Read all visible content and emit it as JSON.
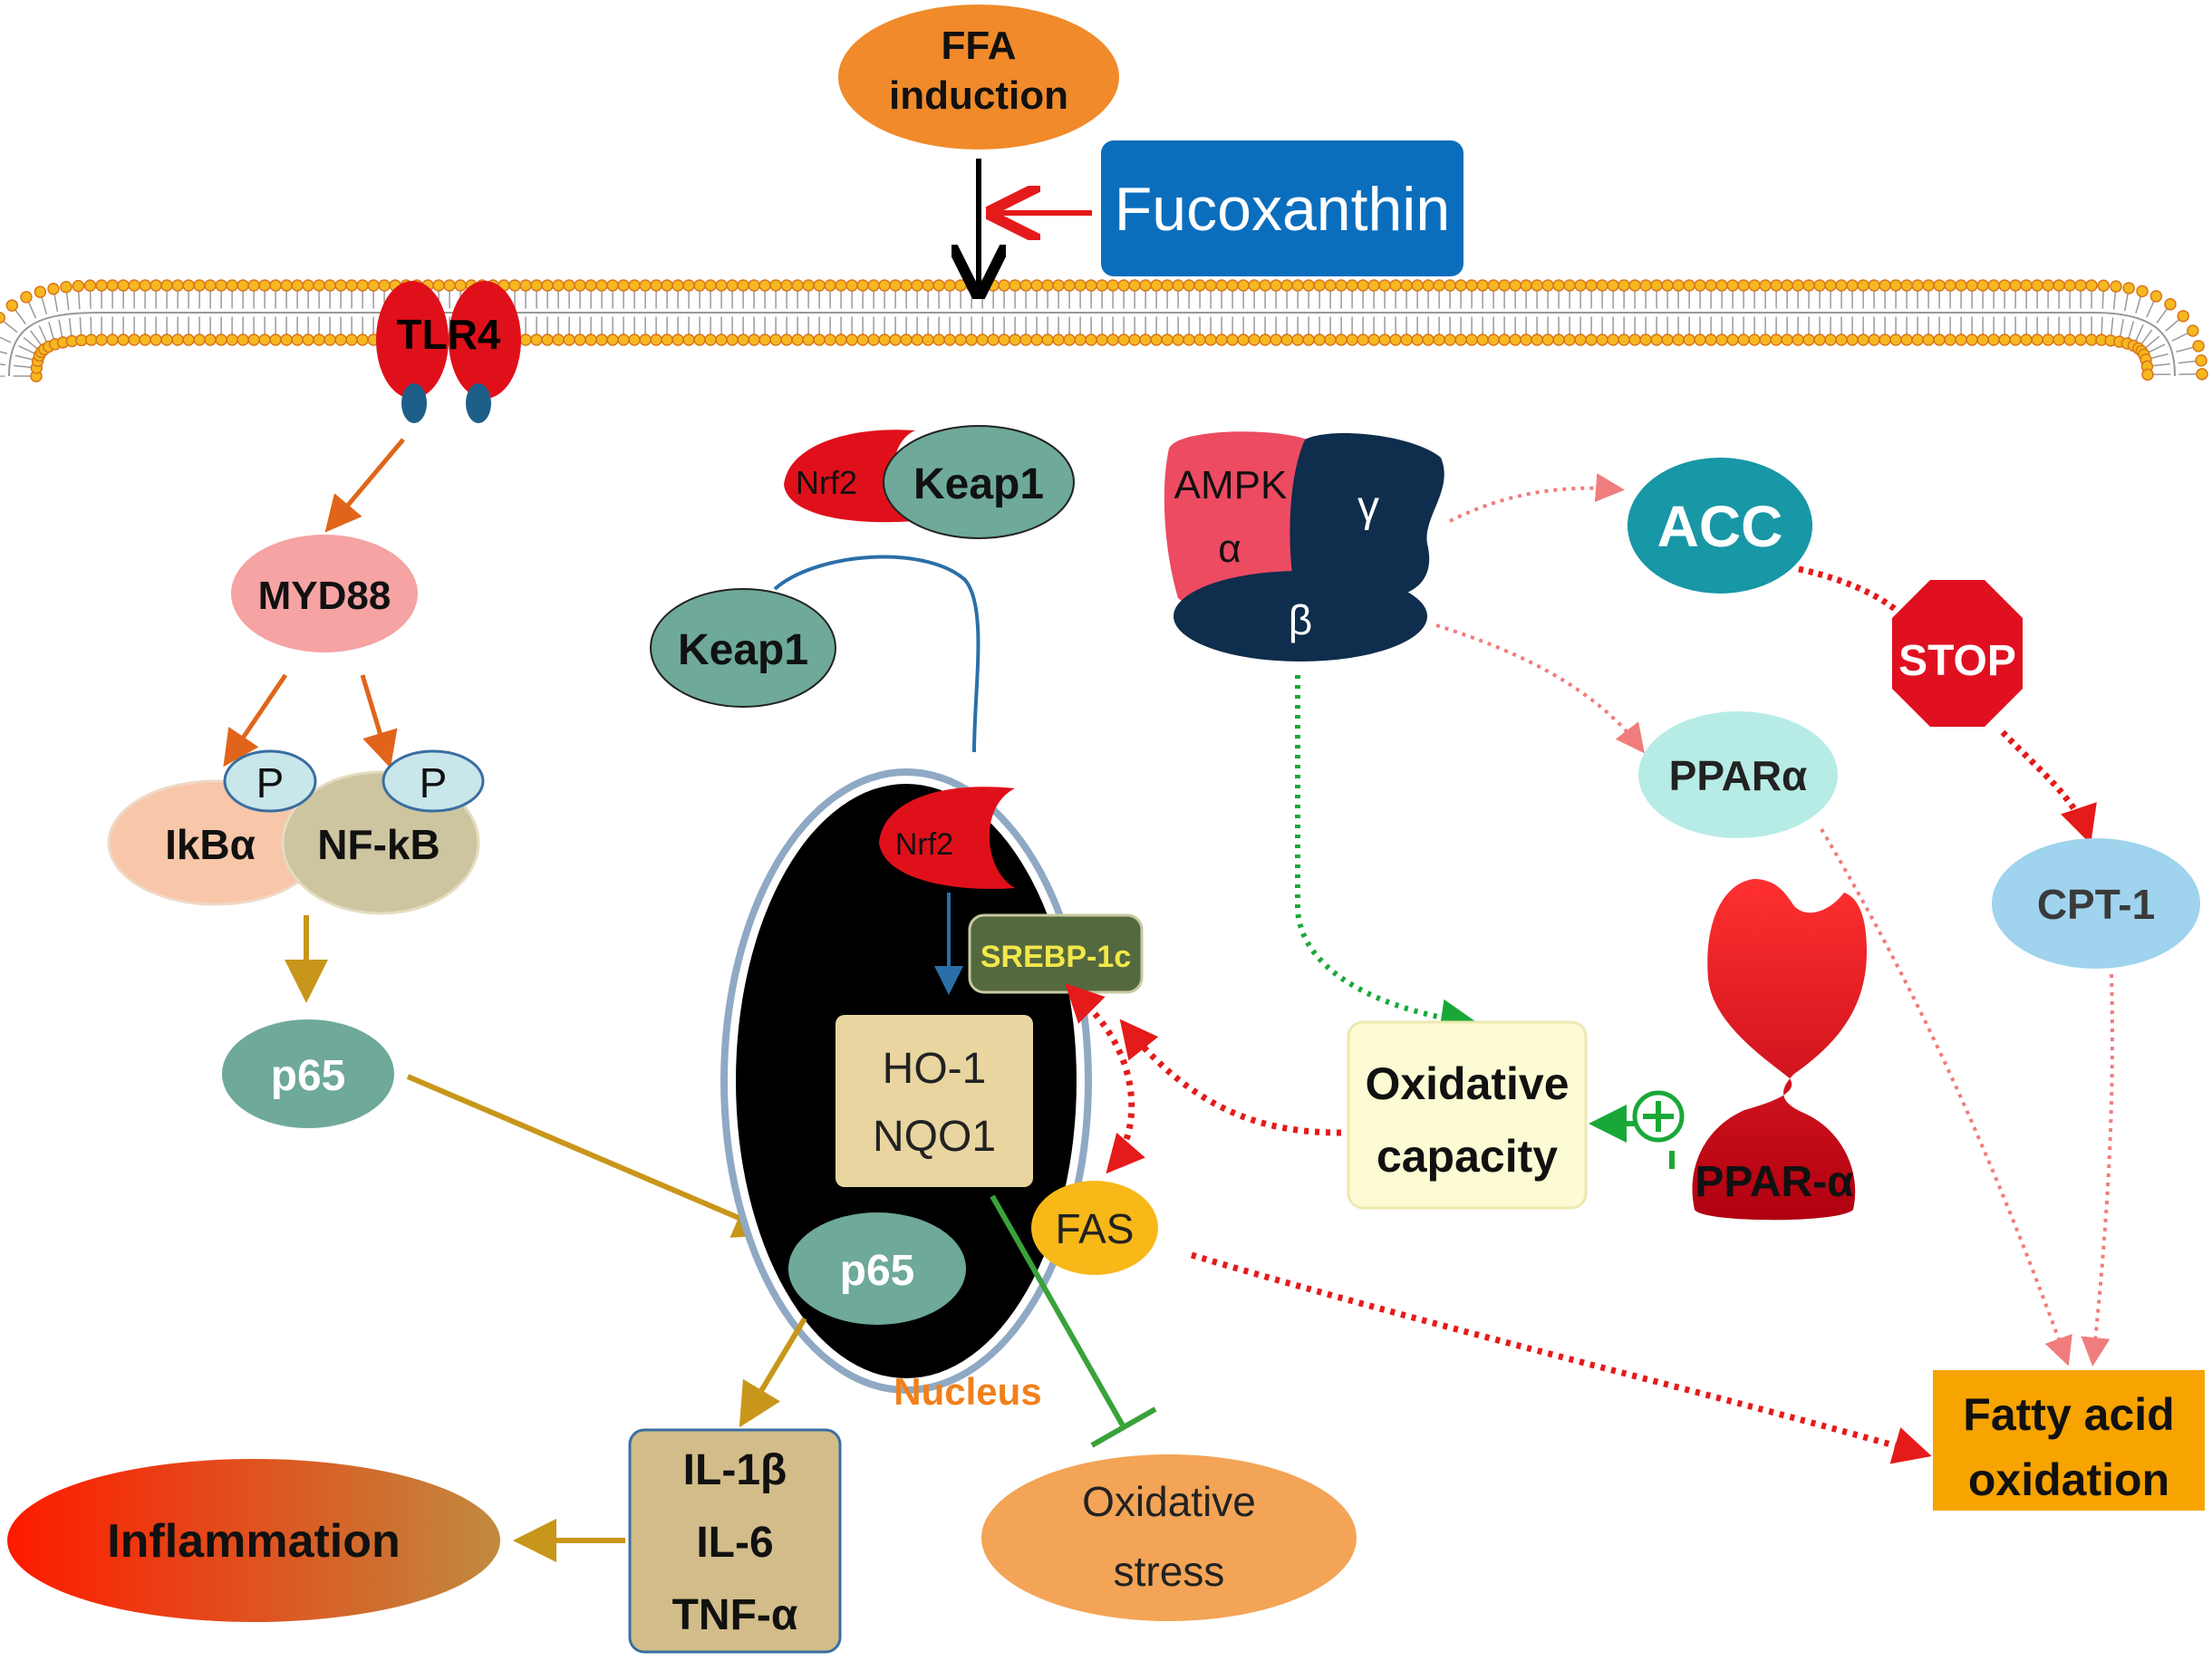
{
  "nodes": {
    "ffa": [
      "FFA",
      "induction"
    ],
    "fucoxanthin": "Fucoxanthin",
    "tlr4": "TLR4",
    "myd88": "MYD88",
    "p_left": "P",
    "p_right": "P",
    "ikba": "IkBα",
    "nfkb": "NF-kB",
    "p65_cyto": "p65",
    "p65_nuc": "p65",
    "nrf2_top": "Nrf2",
    "keap1_top": "Keap1",
    "keap1_free": "Keap1",
    "nrf2_nuc": "Nrf2",
    "srebp": "SREBP-1c",
    "ho1": [
      "HO-1",
      "NQO1"
    ],
    "fas": "FAS",
    "nucleus": "Nucleus",
    "cytokines": [
      "IL-1β",
      "IL-6",
      "TNF-α"
    ],
    "inflammation": "Inflammation",
    "ox_stress": [
      "Oxidative",
      "stress"
    ],
    "ampk": [
      "AMPK",
      "α"
    ],
    "gamma": "γ",
    "beta": "β",
    "acc": "ACC",
    "stop": "STOP",
    "ppara_small": "PPARα",
    "cpt1": "CPT-1",
    "ox_capacity": [
      "Oxidative",
      "capacity"
    ],
    "ppar_receptor": "PPAR-α",
    "fao": [
      "Fatty acid",
      "oxidation"
    ]
  },
  "colors": {
    "ffa": "#f08a2a",
    "fucoxanthin": "#0b6ebd",
    "tlr4": "#e0101a",
    "myd88": "#f5a3a3",
    "teal": "#6ea99a",
    "ikba": "#f8c6a8",
    "nfkb": "#cdc5a0",
    "nucleus": "#000000",
    "tan": "#e8d5a0",
    "srebp_text": "#f3e84a",
    "fas": "#f8b818",
    "nucleus_text": "#f0801a",
    "ox_stress": "#f3a456",
    "ampk_alpha": "#ec4b62",
    "ampk_navy": "#0f2d4c",
    "acc": "#1897a6",
    "stop": "#e01020",
    "ppar_light": "#b7ece6",
    "cpt1": "#9fd3ee",
    "ox_capacity": "#fdfbd3",
    "fao": "#f7a300",
    "arrow_orange": "#e0651a",
    "arrow_gold": "#c8961a",
    "arrow_red_dot": "#e51a1a",
    "arrow_pink_dot": "#f07d7d",
    "arrow_green_dot": "#19a838",
    "inhibit_green": "#3aa23a",
    "nrf2_line": "#2a6fa8"
  }
}
